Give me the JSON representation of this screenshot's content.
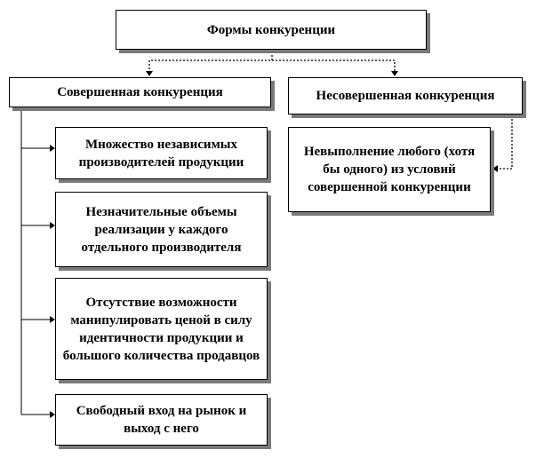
{
  "diagram": {
    "root": {
      "label": "Формы конкуренции"
    },
    "perfect": {
      "label": "Совершенная конкуренция"
    },
    "imperfect": {
      "label": "Несовершенная конкуренция"
    },
    "perfect_conditions": [
      {
        "label": "Множество независимых производителей продукции"
      },
      {
        "label": "Незначительные объемы реализации у каждого отдельного производителя"
      },
      {
        "label": "Отсутствие возможности манипулировать ценой в силу идентичности продукции и большого количества продавцов"
      },
      {
        "label": "Свободный вход на рынок и выход с него"
      }
    ],
    "imperfect_condition": {
      "label": "Невыполнение любого (хотя бы одного) из условий совершенной конкуренции"
    }
  }
}
